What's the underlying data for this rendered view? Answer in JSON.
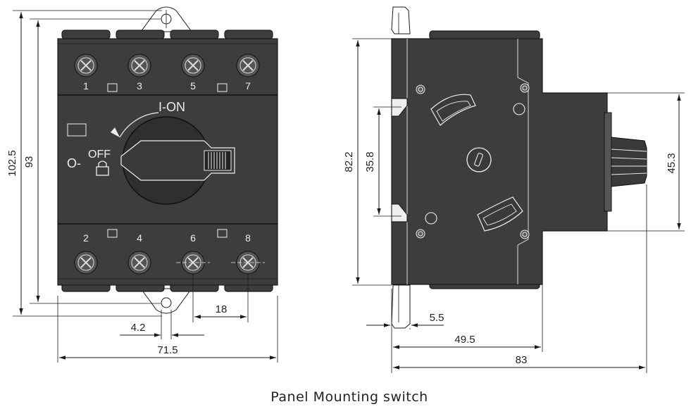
{
  "caption": "Panel Mounting  switch",
  "front_view": {
    "terminals_top": [
      "1",
      "3",
      "5",
      "7"
    ],
    "terminals_bottom": [
      "2",
      "4",
      "6",
      "8"
    ],
    "on_label": "I-ON",
    "off_label": "OFF",
    "o_label": "O-"
  },
  "dimensions": {
    "overall_height": "102.5",
    "mount_height": "93",
    "terminal_pitch": "18",
    "hole_dia": "4.2",
    "width": "71.5",
    "side_height": "82.2",
    "side_inner": "35.8",
    "knob_height": "45.3",
    "flange": "5.5",
    "body_depth": "49.5",
    "total_depth": "83"
  }
}
